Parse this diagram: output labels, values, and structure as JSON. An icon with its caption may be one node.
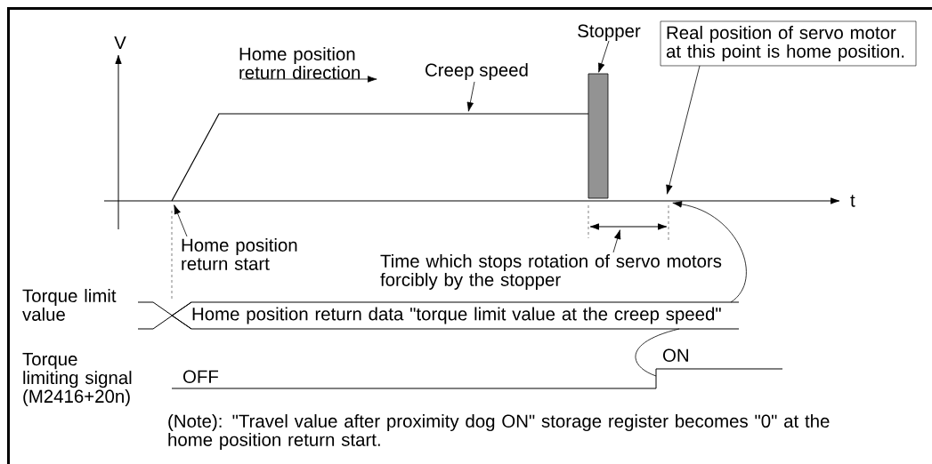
{
  "diagram": {
    "nodes": [
      {
        "text": [
          "Stopper"
        ]
      },
      {
        "text": [
          "Real position of servo motor at this point is home position."
        ]
      },
      {
        "text": [
          "Creep speed"
        ]
      },
      {
        "text": [],
        "shape": "bar"
      },
      {
        "text": [
          "Home position return start"
        ]
      },
      {
        "text": [
          "Time which stops rotation of servo motors forcibly by the stopper"
        ]
      },
      {
        "text": [
          "Home position return data \"torque limit value at the creep speed\""
        ]
      },
      {
        "text": [],
        "shape": "line"
      }
    ],
    "edges": [
      {
        "from": 0,
        "to": 3,
        "arrow": "to"
      },
      {
        "from": 1,
        "to": null,
        "arrow": "to"
      },
      {
        "from": 2,
        "to": 7,
        "arrow": "to"
      },
      {
        "from": 4,
        "to": 7,
        "arrow": "to"
      },
      {
        "from": 5,
        "to": null,
        "arrow": "to"
      },
      {
        "from": 6,
        "to": null,
        "arrow": "to"
      },
      {
        "from": 6,
        "to": null,
        "arrow": "none"
      }
    ],
    "labels": [
      "V",
      "Home position return direction",
      "t",
      "Torque limit value",
      "Torque limiting signal (M2416+20n)",
      "OFF",
      "ON",
      "(Note): \"Travel value after proximity dog ON\" storage register becomes \"0\" at the home position return start."
    ]
  }
}
